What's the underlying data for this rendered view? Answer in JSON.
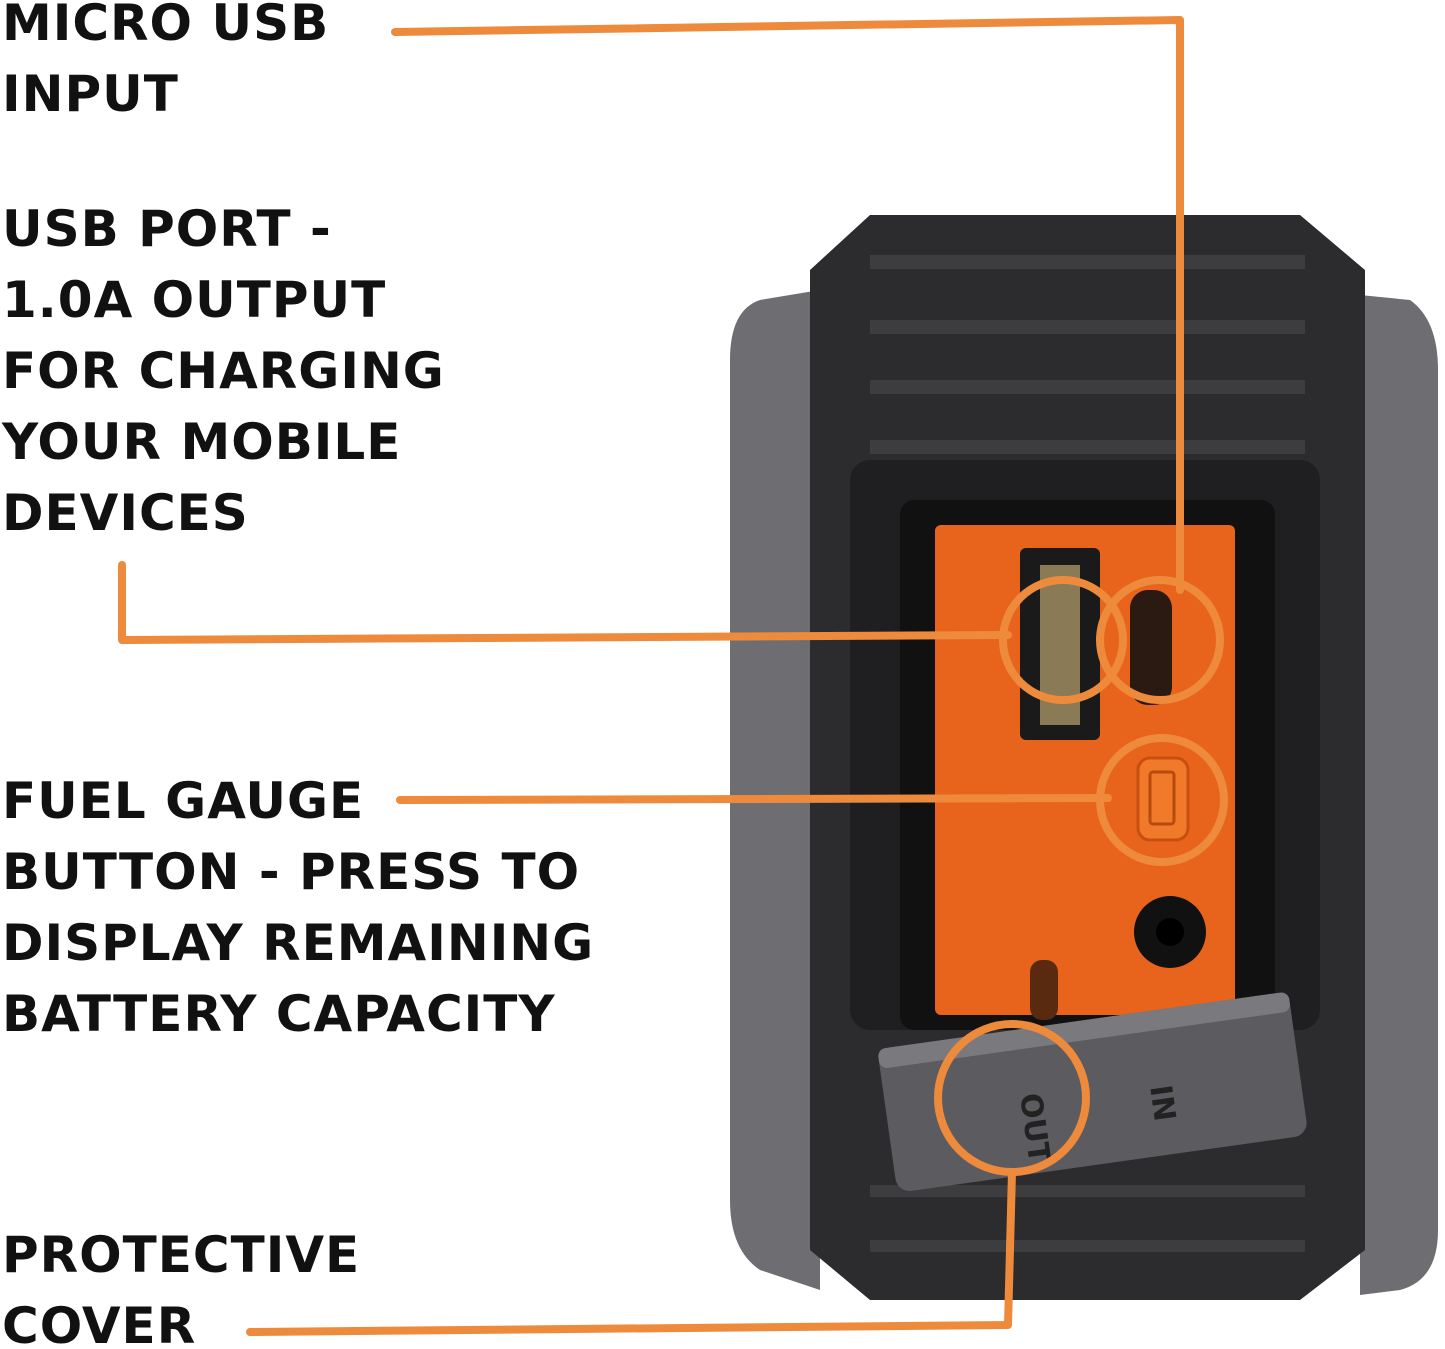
{
  "callouts": {
    "micro_usb": {
      "lines": [
        "MICRO USB",
        "INPUT"
      ]
    },
    "usb_port": {
      "lines": [
        "USB PORT -",
        "1.0A OUTPUT",
        "FOR CHARGING",
        "YOUR MOBILE",
        "DEVICES"
      ]
    },
    "fuel_gauge": {
      "lines": [
        "FUEL GAUGE",
        "BUTTON - PRESS TO",
        "DISPLAY REMAINING",
        "BATTERY CAPACITY"
      ]
    },
    "cover": {
      "lines": [
        "PROTECTIVE",
        "COVER"
      ]
    }
  },
  "cover_labels": {
    "out": "OUT",
    "in": "IN"
  },
  "colors": {
    "accent": "#ee8a3c",
    "panel": "#e8641c",
    "body_dark": "#2b2b2d",
    "body_grey": "#6a6a6e"
  }
}
